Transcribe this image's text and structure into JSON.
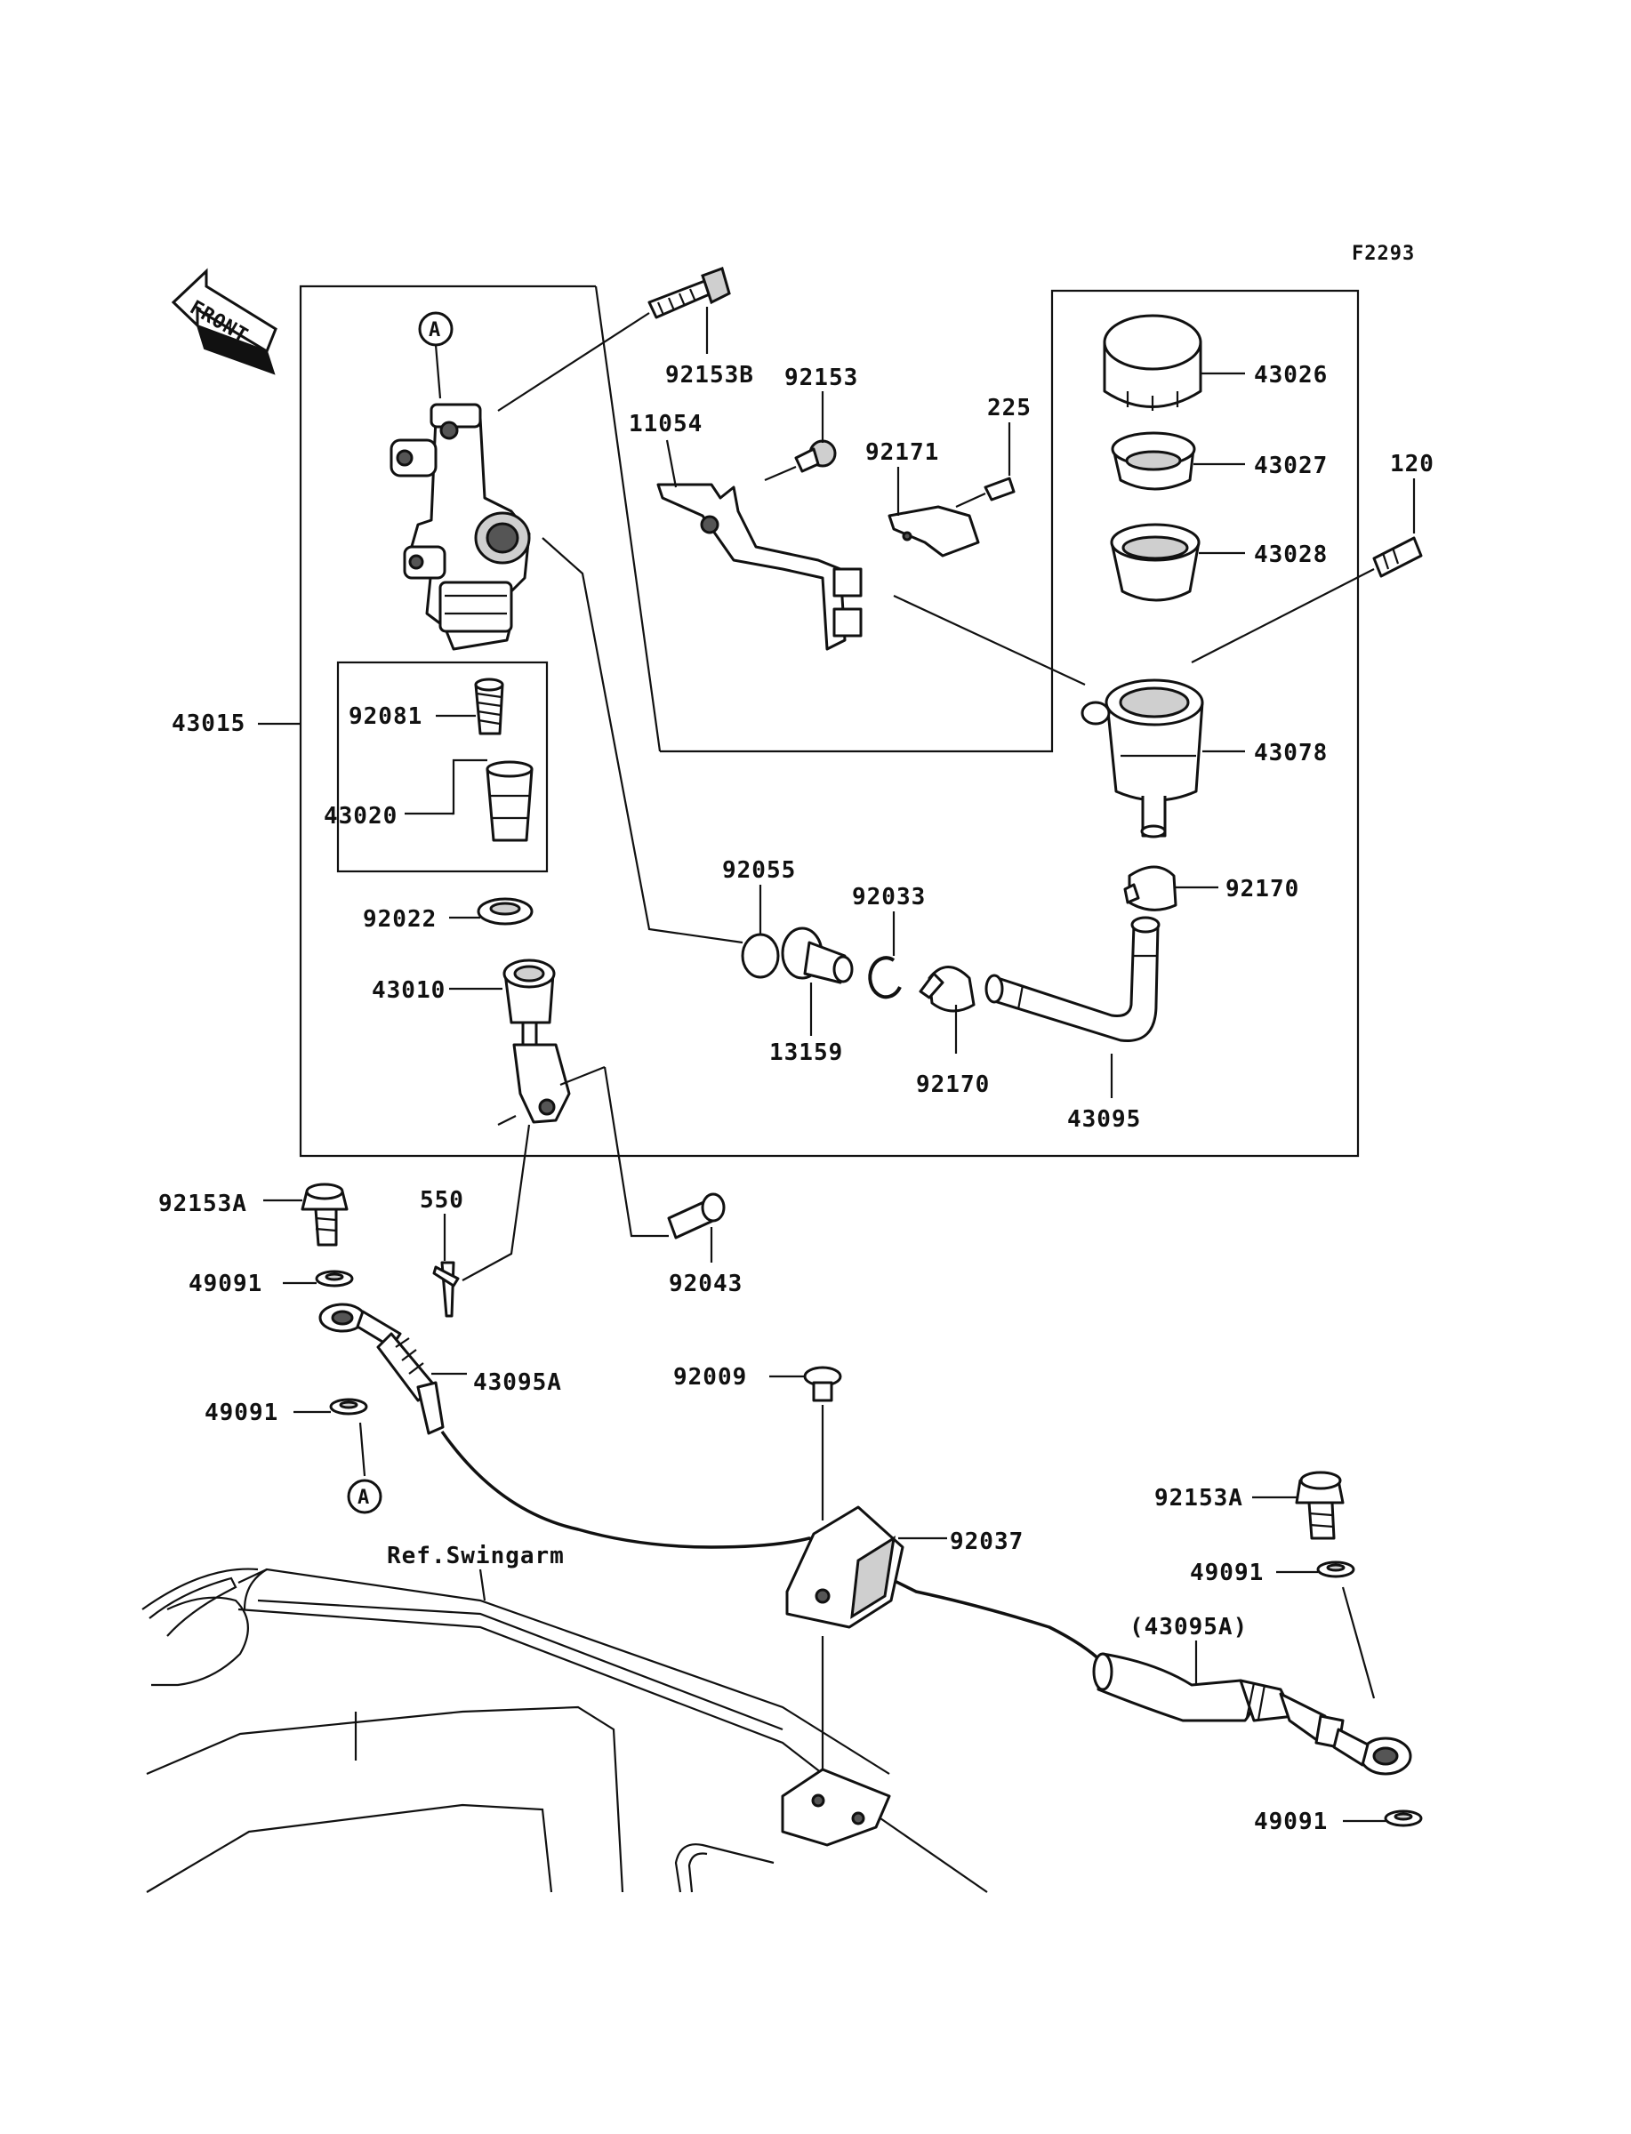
{
  "figure_code": "F2293",
  "front_arrow_label": "FRONT",
  "reference_label": "Ref.Swingarm",
  "callout_letter": "A",
  "parts": {
    "p92153B": "92153B",
    "p92153": "92153",
    "p11054": "11054",
    "p92171": "92171",
    "p225": "225",
    "p43026": "43026",
    "p43027": "43027",
    "p120": "120",
    "p43028": "43028",
    "p43015": "43015",
    "p92081": "92081",
    "p43020": "43020",
    "p43078": "43078",
    "p92055": "92055",
    "p92033": "92033",
    "p92170a": "92170",
    "p92022": "92022",
    "p43010": "43010",
    "p13159": "13159",
    "p92170b": "92170",
    "p43095": "43095",
    "p92153A_left": "92153A",
    "p550": "550",
    "p49091_a": "49091",
    "p92043": "92043",
    "p43095A": "43095A",
    "p92009": "92009",
    "p49091_b": "49091",
    "p92153A_right": "92153A",
    "p92037": "92037",
    "p49091_c": "49091",
    "p43095A_ref": "(43095A)",
    "p49091_d": "49091"
  }
}
